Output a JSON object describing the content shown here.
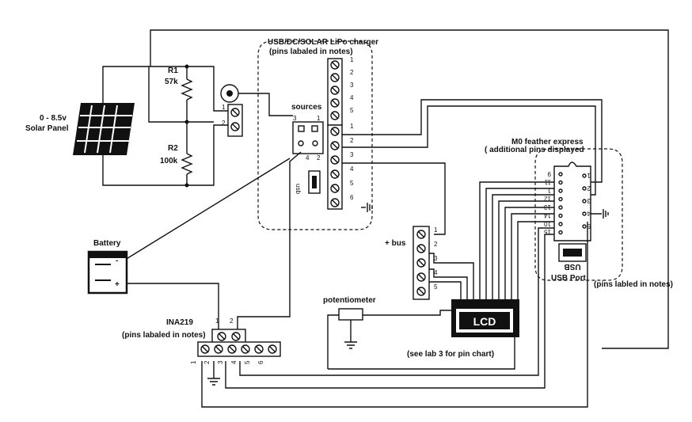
{
  "charger": {
    "title_line1": "USB/DC/SOLAR LiPo charger",
    "title_line2": "(pins labaled in notes)",
    "sources_label": "sources",
    "source_pins": [
      "3",
      "1",
      "4",
      "2"
    ],
    "usb_label": "usb",
    "top_pins": [
      "1",
      "2",
      "3",
      "4",
      "5"
    ],
    "bottom_pins": [
      "1",
      "2",
      "3",
      "4",
      "5",
      "6"
    ]
  },
  "solar": {
    "label_line1": "0 - 8.5v",
    "label_line2": "Solar Panel",
    "r1_name": "R1",
    "r1_value": "57k",
    "r2_name": "R2",
    "r2_value": "100k",
    "connector_pins": [
      "1",
      "2"
    ]
  },
  "battery": {
    "label": "Battery",
    "neg": "-",
    "pos": "+"
  },
  "ina219": {
    "title": "INA219",
    "notes": "(pins labaled in notes)",
    "top_pins": [
      "1",
      "2"
    ],
    "bottom_pins": [
      "1",
      "2",
      "3",
      "4",
      "5",
      "6"
    ]
  },
  "bus": {
    "label": "+ bus",
    "pins": [
      "1",
      "2",
      "3",
      "4",
      "5"
    ]
  },
  "potentiometer": {
    "label": "potentiometer"
  },
  "lcd": {
    "text": "LCD",
    "note": "(see lab 3 for pin chart)"
  },
  "feather": {
    "title_line1": "M0 feather express",
    "title_line2": "( additional pins displayed",
    "left_pins": [
      "9",
      "11",
      "1",
      "12",
      "13",
      "14",
      "10",
      "15"
    ],
    "right_pins": [
      "1",
      "2",
      "3",
      "4",
      "5"
    ],
    "usb_label": "USB",
    "usb_port_label": "USB Port",
    "notes": "(pins labled in notes)"
  }
}
